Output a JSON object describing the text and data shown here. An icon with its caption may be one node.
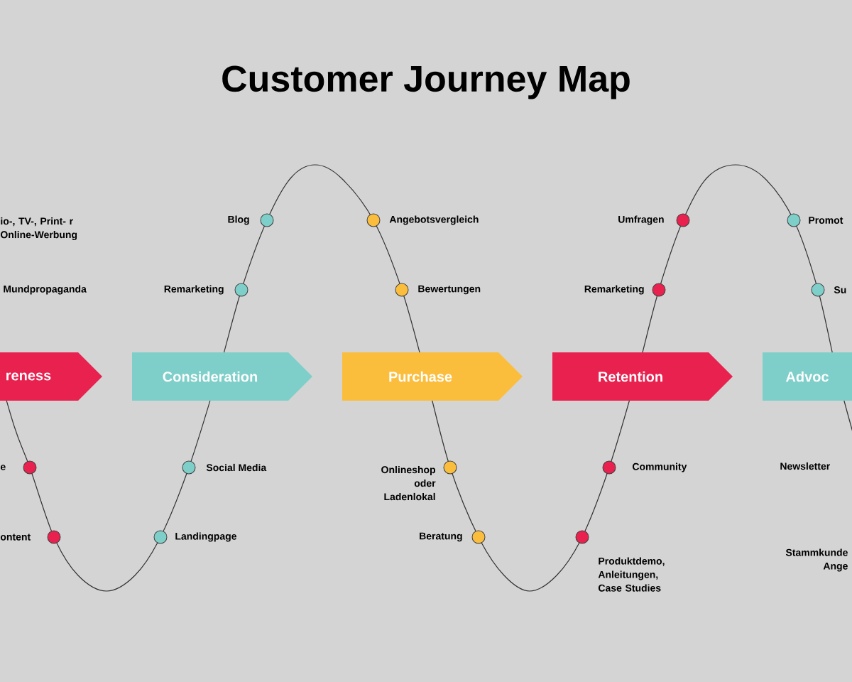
{
  "diagram": {
    "title": "Customer Journey Map",
    "nodes": [
      {
        "text": [
          "reness"
        ]
      },
      {
        "text": [
          "Consideration"
        ]
      },
      {
        "text": [
          "Purchase"
        ]
      },
      {
        "text": [
          "Retention"
        ]
      },
      {
        "text": [
          "Advoc"
        ]
      }
    ],
    "labels": [
      "io-, TV-, Print- r Online-Werbung",
      "Mundpropaganda",
      "Blog",
      "Remarketing",
      "Angebotsvergleich",
      "Bewertungen",
      "Umfragen",
      "Remarketing",
      "Promot",
      "Su",
      "e",
      "ontent",
      "Social Media",
      "Landingpage",
      "Onlineshop oder Ladenlokal",
      "Beratung",
      "Community",
      "Produktdemo, Anleitungen, Case Studies",
      "Newsletter",
      "Stammkunde Ange"
    ]
  }
}
